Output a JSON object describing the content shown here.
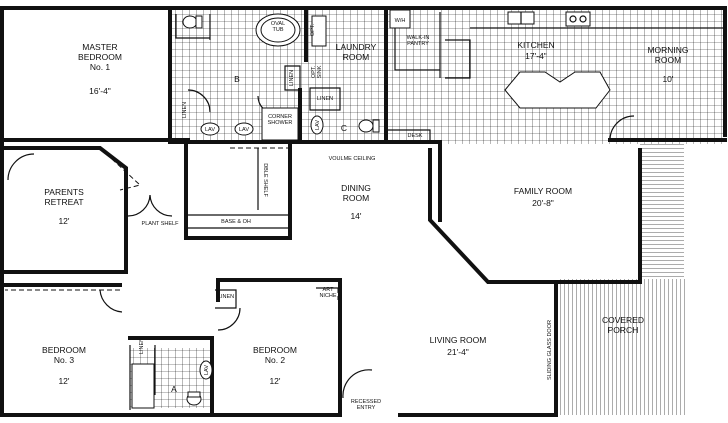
{
  "rooms": {
    "master_bedroom": {
      "name": "MASTER\nBEDROOM\nNo. 1",
      "dim": "16'-4\""
    },
    "parents_retreat": {
      "name": "PARENTS\nRETREAT",
      "dim": "12'"
    },
    "bedroom3": {
      "name": "BEDROOM\nNo. 3",
      "dim": "12'"
    },
    "bedroom2": {
      "name": "BEDROOM\nNo. 2",
      "dim": "12'"
    },
    "laundry": {
      "name": "LAUNDRY\nROOM",
      "dim": ""
    },
    "kitchen": {
      "name": "KITCHEN",
      "dim": "17'-4\""
    },
    "morning_room": {
      "name": "MORNING\nROOM",
      "dim": "10'"
    },
    "dining_room": {
      "name": "DINING\nROOM",
      "dim": "14'"
    },
    "family_room": {
      "name": "FAMILY ROOM",
      "dim": "20'-8\""
    },
    "living_room": {
      "name": "LIVING ROOM",
      "dim": "21'-4\""
    },
    "covered_porch": {
      "name": "COVERED\nPORCH",
      "dim": ""
    }
  },
  "labels": {
    "oval_tub": "OVAL\nTUB",
    "wash_dry": "WASH/DRY\nOPT.",
    "walk_in_pantry": "WALK-IN\nPANTRY",
    "wh": "W/H",
    "bath_b": "B",
    "bath_c": "C",
    "bath_a": "A",
    "linen_master": "LINEN",
    "linen_b": "LINEN",
    "linen_bath": "LINEN",
    "linen_bed2": "LINEN",
    "linen_laundry": "LINEN",
    "opt_sink": "OPT.\nSINK",
    "lav": "LAV",
    "corner_shower": "CORNER\nSHOWER",
    "desk": "DESK",
    "volume_ceiling": "VOULME CEILING",
    "dble_shelf": "DBLE SHELF",
    "plant_shelf": "PLANT SHELF",
    "base_oh": "BASE & OH",
    "art_niche": "ART\nNICHE",
    "recessed_entry": "RECESSED\nENTRY",
    "sliding_glass_door": "SLIDING GLASS DOOR"
  }
}
